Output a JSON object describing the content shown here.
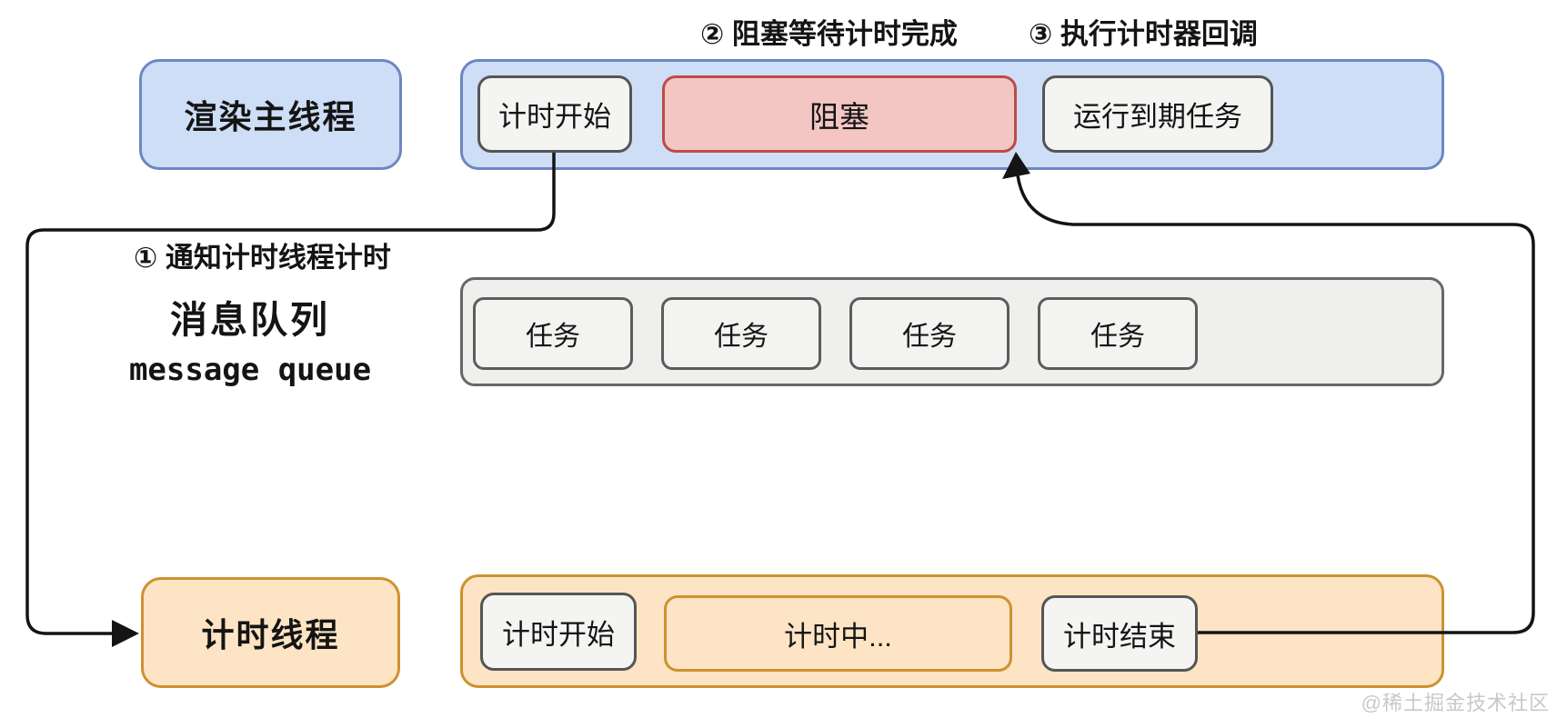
{
  "annotations": {
    "step1": "① 通知计时线程计时",
    "step2": "② 阻塞等待计时完成",
    "step3": "③ 执行计时器回调"
  },
  "main_thread": {
    "label": "渲染主线程",
    "timeline": [
      {
        "label": "计时开始",
        "style": "gray"
      },
      {
        "label": "阻塞",
        "style": "red"
      },
      {
        "label": "运行到期任务",
        "style": "gray"
      }
    ]
  },
  "message_queue": {
    "title_zh": "消息队列",
    "title_en": "message queue",
    "tasks": [
      "任务",
      "任务",
      "任务",
      "任务"
    ]
  },
  "timer_thread": {
    "label": "计时线程",
    "timeline": [
      {
        "label": "计时开始",
        "style": "gray"
      },
      {
        "label": "计时中...",
        "style": "orange"
      },
      {
        "label": "计时结束",
        "style": "gray"
      }
    ]
  },
  "colors": {
    "blue_fill": "#cedef6",
    "blue_border": "#6d87c2",
    "red_fill": "#f4c6c3",
    "red_border": "#bc4b48",
    "orange_fill": "#fce4c4",
    "orange_border": "#cc9230",
    "gray_fill": "#f4f4f2",
    "gray_border": "#555555",
    "queue_fill": "#efefed",
    "line": "#141414"
  },
  "watermark": "@稀土掘金技术社区"
}
